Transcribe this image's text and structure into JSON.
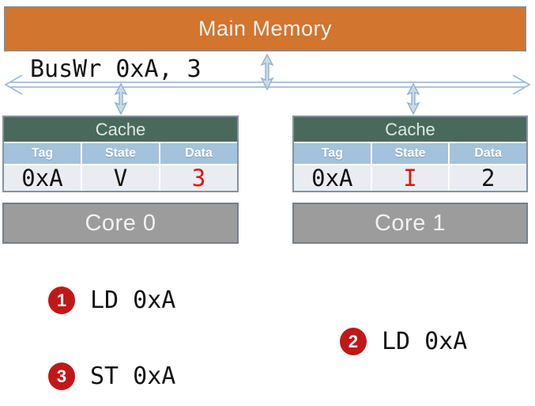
{
  "colors": {
    "memory_fill": "#d2752e",
    "cache_header_fill": "#4a695d",
    "column_header_fill": "#a3c2dc",
    "data_row_fill": "#e9edf1",
    "core_fill": "#9c9c9c",
    "badge_red": "#c01818",
    "highlight_red": "#e11212",
    "text_black": "#111111",
    "bus_blue": "#9dbdd6"
  },
  "main_memory": {
    "label": "Main Memory"
  },
  "bus": {
    "label": "BusWr 0xA, 3"
  },
  "caches": [
    {
      "title": "Cache",
      "headers": [
        "Tag",
        "State",
        "Data"
      ],
      "cells": [
        {
          "text": "0xA",
          "color": "#111111"
        },
        {
          "text": "V",
          "color": "#111111"
        },
        {
          "text": "3",
          "color": "#e11212"
        }
      ]
    },
    {
      "title": "Cache",
      "headers": [
        "Tag",
        "State",
        "Data"
      ],
      "cells": [
        {
          "text": "0xA",
          "color": "#111111"
        },
        {
          "text": "I",
          "color": "#e11212"
        },
        {
          "text": "2",
          "color": "#111111"
        }
      ]
    }
  ],
  "cores": [
    {
      "label": "Core 0"
    },
    {
      "label": "Core 1"
    }
  ],
  "operations": [
    {
      "step": "1",
      "label": "LD 0xA"
    },
    {
      "step": "2",
      "label": "LD 0xA"
    },
    {
      "step": "3",
      "label": "ST 0xA"
    }
  ]
}
